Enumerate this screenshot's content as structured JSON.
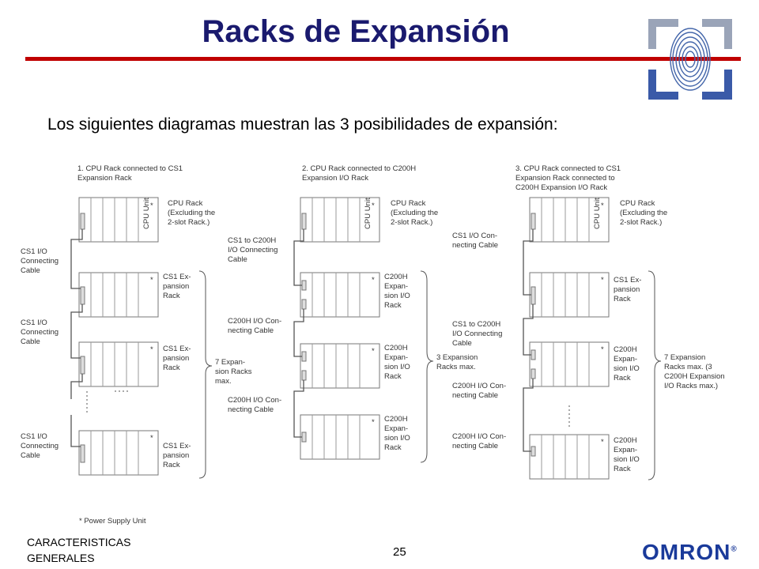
{
  "slide": {
    "title": "Racks de Expansión",
    "subtitle": "Los siguientes diagramas muestran las 3 posibilidades de expansión:",
    "page_number": "25",
    "footer_line1": "CARACTERISTICAS",
    "footer_line2": "GENERALES",
    "brand": "OMRON",
    "brand_mark": "®"
  },
  "diagram": {
    "d1_title1": "1. CPU Rack connected to CS1",
    "d1_title2": "Expansion Rack",
    "d2_title1": "2. CPU Rack connected to C200H",
    "d2_title2": "Expansion I/O Rack",
    "d3_title1": "3. CPU Rack connected to CS1",
    "d3_title2": "Expansion Rack connected to",
    "d3_title3": "C200H Expansion I/O Rack",
    "cpu_unit": "CPU Unit",
    "star": "*",
    "cpu_rack1": "CPU Rack",
    "cpu_rack2": "(Excluding the",
    "cpu_rack3": "2-slot Rack.)",
    "cs1_io1": "CS1 I/O",
    "cs1_io2": "Connecting",
    "cs1_io3": "Cable",
    "cs1_exp1": "CS1 Ex-",
    "cs1_exp2": "pansion",
    "cs1_exp3": "Rack",
    "seven_exp1": "7 Expan-",
    "seven_exp2": "sion Racks",
    "seven_exp3": "max.",
    "cs1_c200h1": "CS1 to C200H",
    "cs1_c200h2": "I/O Connecting",
    "cs1_c200h3": "Cable",
    "c200h_con1": "C200H I/O Con-",
    "c200h_con2": "necting Cable",
    "c200h_exp1": "C200H",
    "c200h_exp2": "Expan-",
    "c200h_exp3": "sion I/O",
    "c200h_exp4": "Rack",
    "three_exp1": "3 Expansion",
    "three_exp2": "Racks max.",
    "cs1_io_con1": "CS1 I/O Con-",
    "cs1_io_con2": "necting Cable",
    "c200h_b2": "Expan-",
    "c200h_b3": "sion I/O",
    "seven_b1": "7 Expansion",
    "seven_b2": "Racks max. (3",
    "seven_b3": "C200H Expansion",
    "seven_b4": "I/O Racks max.)",
    "power_note": "* Power Supply Unit"
  }
}
